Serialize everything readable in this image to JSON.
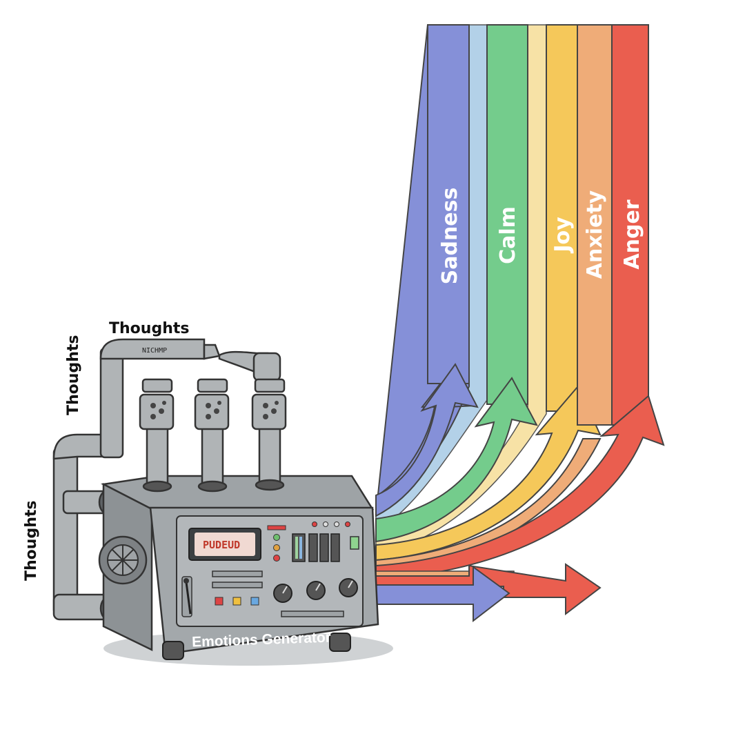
{
  "thoughts_labels": [
    "Thoughts",
    "Thoughts",
    "Thoughts"
  ],
  "pipe_text": "NICHMP",
  "screen_text": "PUDEUD",
  "machine_label": "Emotions Generator",
  "emotions": [
    {
      "name": "Sadness",
      "color": "#8590d8"
    },
    {
      "name": "Calm",
      "color": "#74cc8c"
    },
    {
      "name": "Joy",
      "color": "#f5c85a"
    },
    {
      "name": "Anxiety",
      "color": "#efac78"
    },
    {
      "name": "Anger",
      "color": "#ea5e4f"
    }
  ],
  "colors": {
    "pale_blue": "#b3d1e8",
    "pale_yellow": "#f7e2a6",
    "machine": "#a3a8ab",
    "machine_dark": "#6b7073",
    "pipe": "#b0b4b6"
  }
}
